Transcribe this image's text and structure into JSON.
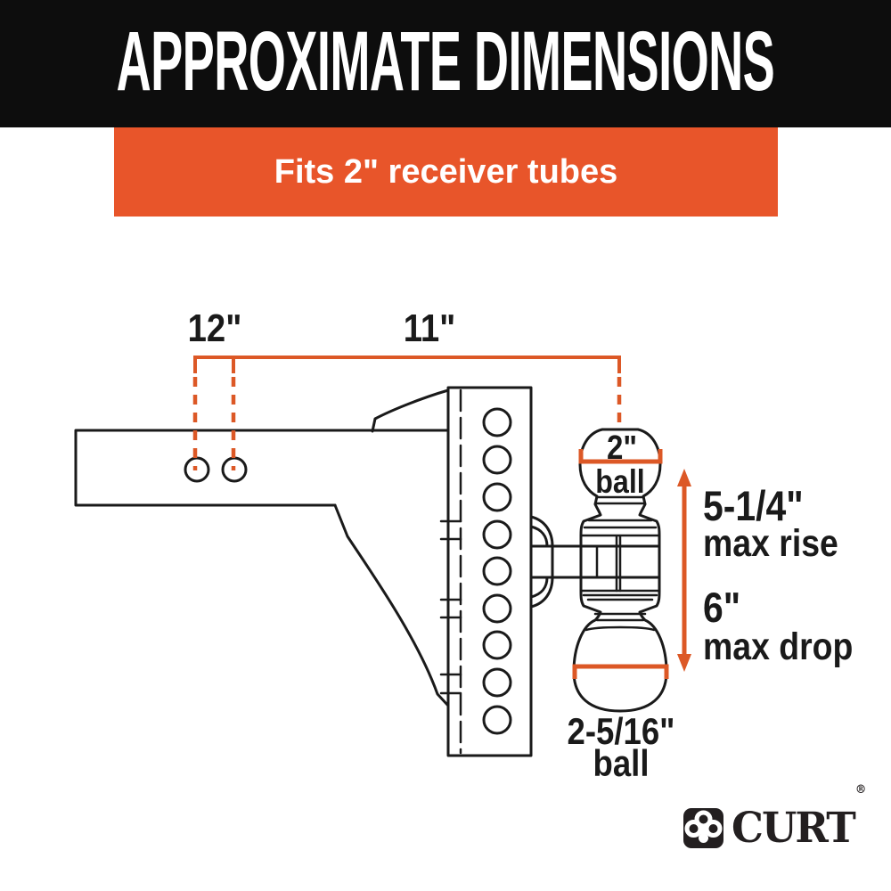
{
  "header": {
    "title": "APPROXIMATE DIMENSIONS",
    "bg_color": "#0D0D0D",
    "text_color": "#FFFFFF"
  },
  "banner": {
    "text": "Fits 2\" receiver tubes",
    "bg_color": "#E8552A",
    "text_color": "#FFFFFF"
  },
  "diagram": {
    "dimension_line_color": "#DC5826",
    "drawing_line_color": "#1A1A1A",
    "labels": {
      "shank_hole_span": "12\"",
      "reach_length": "11\"",
      "top_ball_size": "2\"",
      "top_ball_word": "ball",
      "max_rise_value": "5-1/4\"",
      "max_rise_label": "max rise",
      "max_drop_value": "6\"",
      "max_drop_label": "max drop",
      "bottom_ball_size": "2-5/16\"",
      "bottom_ball_word": "ball"
    }
  },
  "logo": {
    "brand": "CURT",
    "registered": "®"
  }
}
